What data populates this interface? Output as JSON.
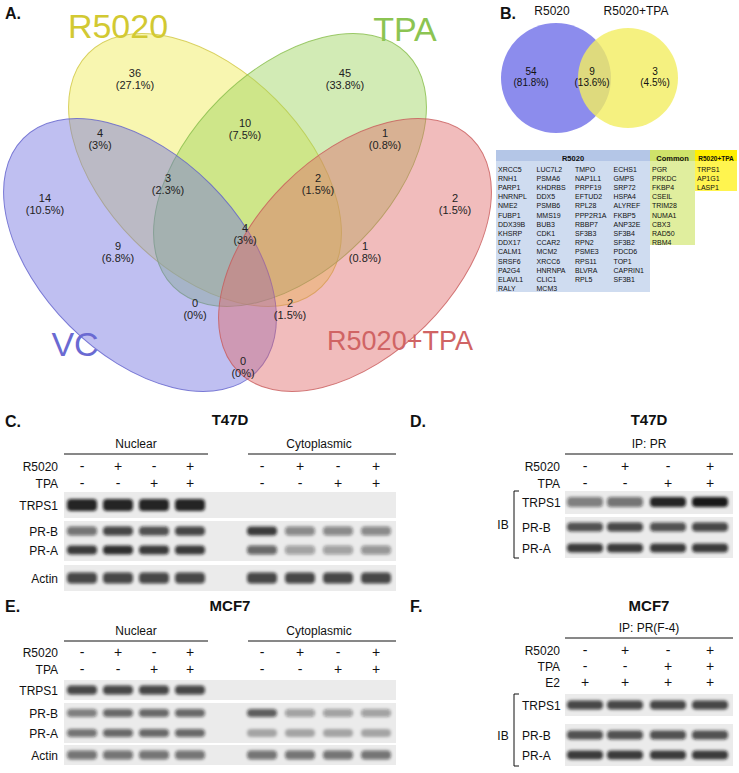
{
  "diagram": {
    "nodes": [
      {
        "text": [
          "R5020"
        ]
      },
      {
        "text": [
          "TPA"
        ]
      },
      {
        "text": [
          "VC"
        ]
      },
      {
        "text": [
          "R5020+TPA"
        ]
      },
      {
        "text": [
          "R5020"
        ]
      },
      {
        "text": [
          "R5020+TPA"
        ]
      }
    ],
    "labels": [
      "A.",
      "14 (10.5%)",
      "36 (27.1%)",
      "45 (33.8%)",
      "2 (1.5%)",
      "4 (3%)",
      "10 (7.5%)",
      "1 (0.8%)",
      "3 (2.3%)",
      "2 (1.5%)",
      "4 (3%)",
      "9 (6.8%)",
      "1 (0.8%)",
      "0 (0%)",
      "2 (1.5%)",
      "0 (0%)",
      "B.",
      "54 (81.8%)",
      "9 (13.6%)",
      "3 (4.5%)",
      "R5020",
      "Common",
      "R5020+TPA",
      "XRCC5",
      "RNH1",
      "PARP1",
      "HNRNPL",
      "NME2",
      "FUBP1",
      "DDX39B",
      "KHSRP",
      "DDX17",
      "CALM1",
      "SRSF6",
      "PA2G4",
      "ELAVL1",
      "RALY",
      "LUC7L2",
      "PSMA6",
      "KHDRBS",
      "DDX5",
      "PSMB6",
      "MMS19",
      "BUB3",
      "CDK1",
      "CCAR2",
      "MCM2",
      "XRCC6",
      "HNRNPA",
      "CLIC1",
      "MCM3",
      "TMPO",
      "NAP1L1",
      "PRPF19",
      "EFTUD2",
      "RPL28",
      "PPP2R1A",
      "RBBP7",
      "SF3B3",
      "RPN2",
      "PSME3",
      "RPS11",
      "BLVRA",
      "RPL5",
      "ECHS1",
      "GMPS",
      "SRP72",
      "HSPA4",
      "ALYREF",
      "FKBP5",
      "ANP32E",
      "SF3B4",
      "SF3B2",
      "PDCD6",
      "TOP1",
      "CAPRIN1",
      "SF3B1",
      "PGR",
      "PRKDC",
      "FKBP4",
      "CSEIL",
      "TRIM28",
      "NUMA1",
      "CBX3",
      "RAD50",
      "RBM4",
      "TRPS1",
      "AP1G1",
      "LASP1",
      "C.",
      "T47D",
      "Nuclear",
      "Cytoplasmic",
      "R5020",
      "-",
      "+",
      "-",
      "+",
      "-",
      "+",
      "-",
      "+",
      "TPA",
      "-",
      "-",
      "+",
      "+",
      "-",
      "-",
      "+",
      "+",
      "TRPS1",
      "PR-B",
      "PR-A",
      "Actin",
      "D.",
      "T47D",
      "IP: PR",
      "R5020",
      "-",
      "+",
      "-",
      "+",
      "TPA",
      "-",
      "-",
      "+",
      "+",
      "IB",
      "TRPS1",
      "PR-B",
      "PR-A",
      "E.",
      "MCF7",
      "Nuclear",
      "Cytoplasmic",
      "R5020",
      "-",
      "+",
      "-",
      "+",
      "-",
      "+",
      "-",
      "+",
      "TPA",
      "-",
      "-",
      "+",
      "+",
      "-",
      "-",
      "+",
      "+",
      "TRPS1",
      "PR-B",
      "PR-A",
      "Actin",
      "F.",
      "MCF7",
      "IP: PR(F-4)",
      "R5020",
      "-",
      "+",
      "-",
      "+",
      "TPA",
      "-",
      "-",
      "+",
      "+",
      "E2",
      "+",
      "+",
      "+",
      "+",
      "IB",
      "TRPS1",
      "PR-B",
      "PR-A"
    ]
  }
}
